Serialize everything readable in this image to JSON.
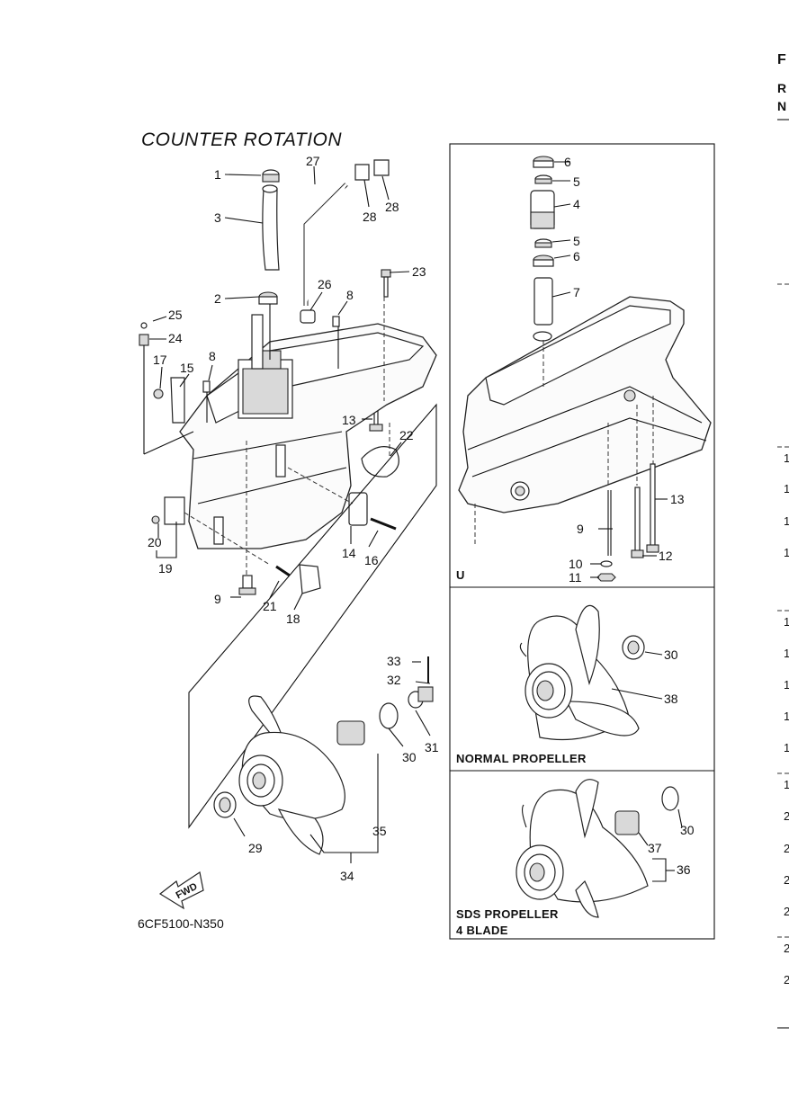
{
  "title": "COUNTER  ROTATION",
  "diagram_code": "6CF5100-N350",
  "fwd_label": "FWD",
  "panels": {
    "u": "U",
    "normal": "NORMAL PROPELLER",
    "sds_line1": "SDS PROPELLER",
    "sds_line2": "4 BLADE"
  },
  "edge_letters": [
    "F",
    "R",
    "N"
  ],
  "edge_digits": [
    "1",
    "1",
    "1",
    "1",
    "1",
    "1",
    "1",
    "1",
    "1",
    "1",
    "2",
    "2",
    "2",
    "2",
    "2",
    "2"
  ],
  "callouts": {
    "1": "1",
    "2": "2",
    "3": "3",
    "4": "4",
    "5a": "5",
    "5b": "5",
    "6a": "6",
    "6b": "6",
    "7": "7",
    "8a": "8",
    "8b": "8",
    "9a": "9",
    "9b": "9",
    "10": "10",
    "11": "11",
    "12": "12",
    "13a": "13",
    "13b": "13",
    "14": "14",
    "15": "15",
    "16": "16",
    "17": "17",
    "18": "18",
    "19": "19",
    "20": "20",
    "21": "21",
    "22": "22",
    "23": "23",
    "24": "24",
    "25": "25",
    "26": "26",
    "27": "27",
    "28a": "28",
    "28b": "28",
    "29": "29",
    "30a": "30",
    "30b": "30",
    "30c": "30",
    "31": "31",
    "32": "32",
    "33": "33",
    "34": "34",
    "35": "35",
    "36": "36",
    "37": "37",
    "38": "38"
  }
}
